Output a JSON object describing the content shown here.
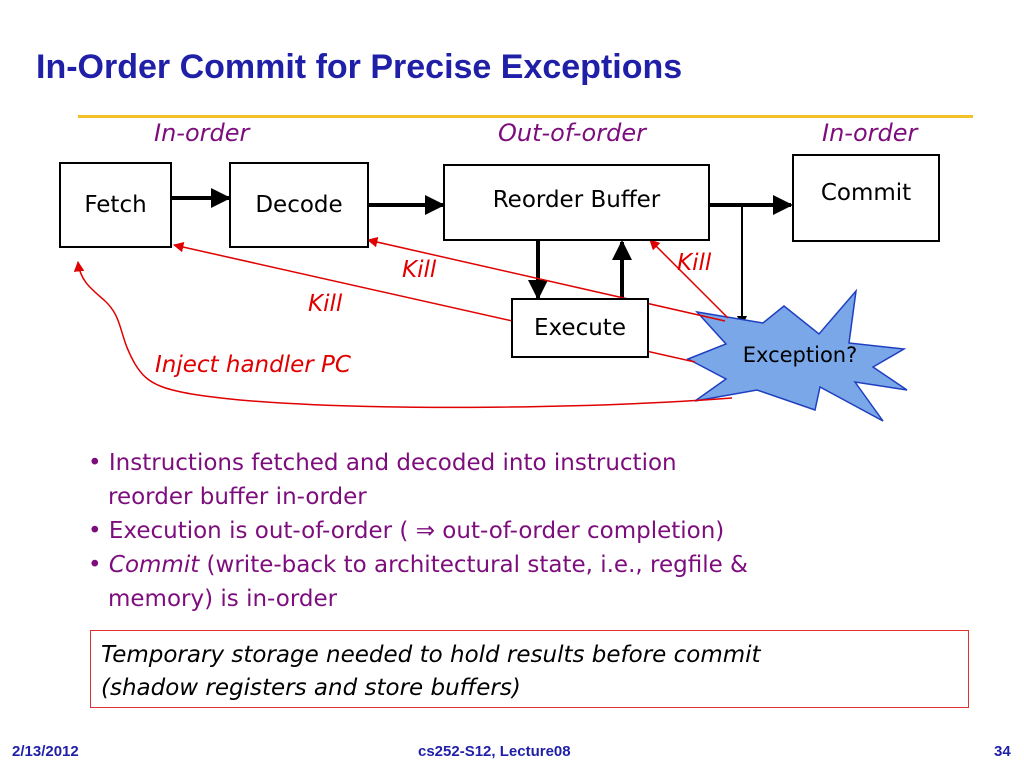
{
  "title": "In-Order Commit for Precise Exceptions",
  "phases": {
    "left": "In-order",
    "middle": "Out-of-order",
    "right": "In-order"
  },
  "diagram": {
    "boxes": {
      "fetch": "Fetch",
      "decode": "Decode",
      "rob": "Reorder Buffer",
      "commit": "Commit",
      "execute": "Execute"
    },
    "exception": "Exception?",
    "kill_labels": [
      "Kill",
      "Kill",
      "Kill"
    ],
    "inject_label": "Inject handler PC",
    "colors": {
      "arrow": "#000000",
      "kill": "#e00000",
      "starburst_fill": "#7aa7e8",
      "starburst_stroke": "#1f3fc0"
    }
  },
  "bullets": [
    {
      "bullet": "•",
      "lines": [
        "Instructions fetched and decoded into instruction",
        "reorder buffer in-order"
      ]
    },
    {
      "bullet": "•",
      "lead": "Execution is out-of-order ( ",
      "arrow": "⇒",
      "tail": " out-of-order completion)"
    },
    {
      "bullet": "•",
      "emph": "Commit",
      "rest": " (write-back to architectural state, i.e., regfile &",
      "line2": "memory) is in-order"
    }
  ],
  "note": {
    "line1": "Temporary storage needed to hold results before commit",
    "line2": "(shadow registers and store buffers)"
  },
  "footer": {
    "date": "2/13/2012",
    "course": "cs252-S12, Lecture08",
    "page": "34"
  },
  "colors": {
    "title": "#1f1fa8",
    "rule": "#f2c028",
    "body_text": "#7d0d7d",
    "kill": "#e00000",
    "note_border": "#e03030"
  }
}
